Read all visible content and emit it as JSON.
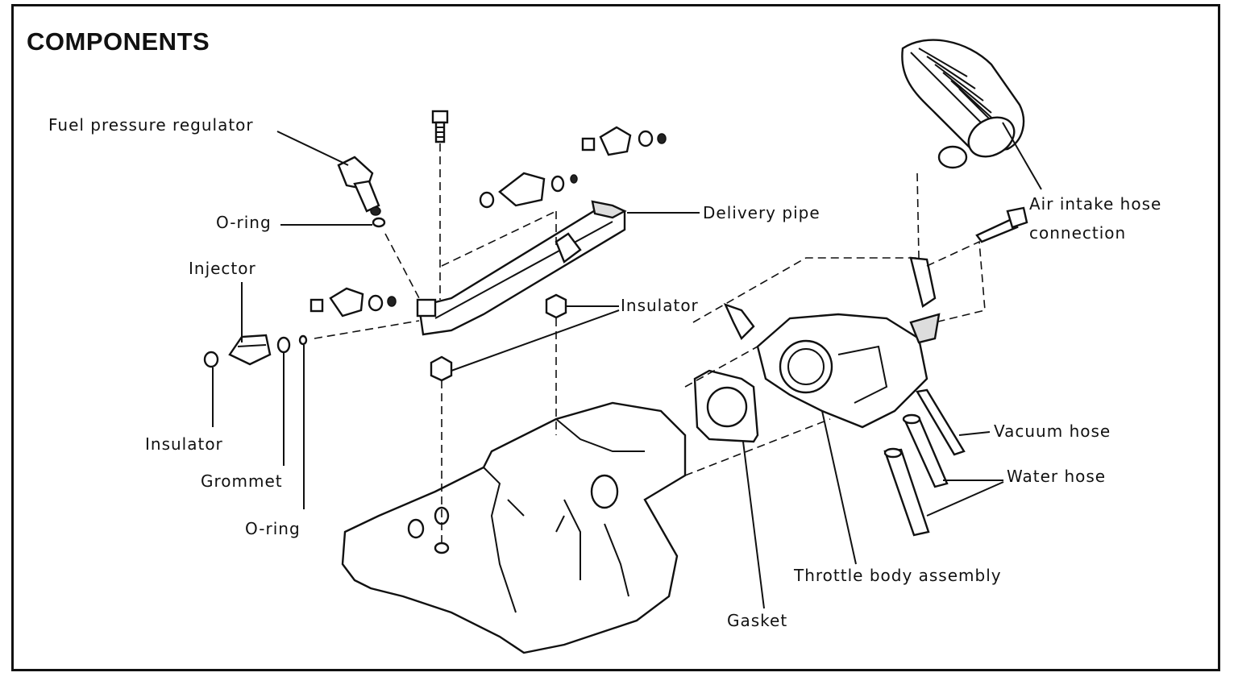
{
  "title": "COMPONENTS",
  "labels": {
    "fuel_pressure_regulator": "Fuel pressure regulator",
    "o_ring_top": "O-ring",
    "injector": "Injector",
    "insulator_left": "Insulator",
    "grommet": "Grommet",
    "o_ring_bottom": "O-ring",
    "delivery_pipe": "Delivery pipe",
    "insulator_center": "Insulator",
    "air_intake_hose_line1": "Air intake hose",
    "air_intake_hose_line2": "connection",
    "vacuum_hose": "Vacuum hose",
    "water_hose": "Water hose",
    "throttle_body_assembly": "Throttle body assembly",
    "gasket": "Gasket"
  }
}
